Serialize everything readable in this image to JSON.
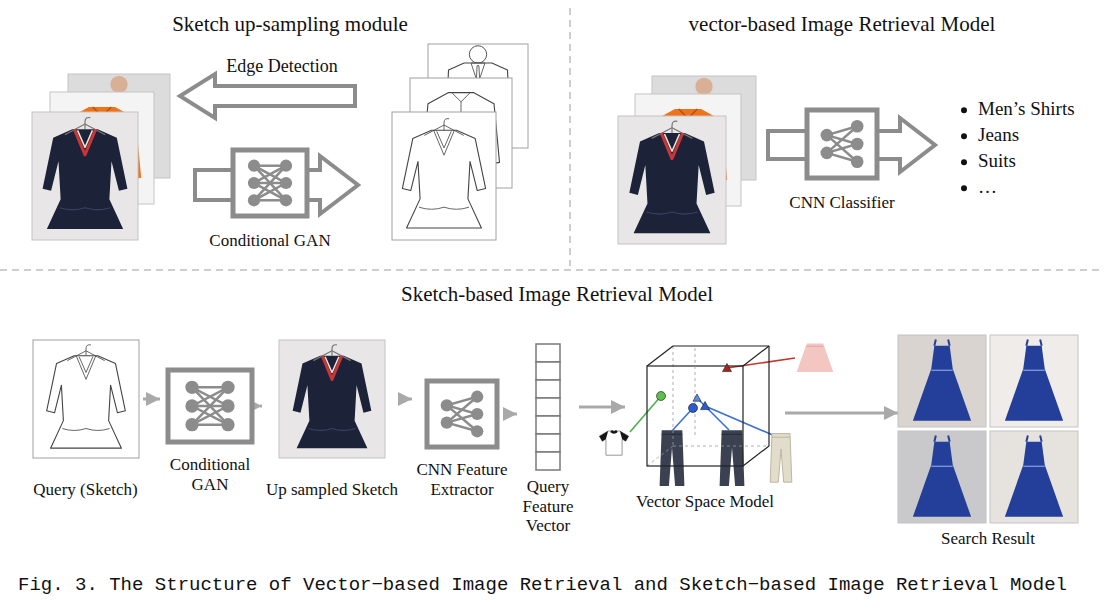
{
  "diagram": {
    "caption": "Fig. 3. The Structure of Vector−based Image Retrieval and Sketch−based Image Retrieval Model",
    "nodes": [
      {
        "text": [
          "Conditional GAN"
        ]
      },
      {
        "text": [
          "CNN Classifier"
        ]
      },
      {
        "text": [
          "Query (Sketch)"
        ]
      },
      {
        "text": [
          "Conditional GAN"
        ]
      },
      {
        "text": [
          "Up sampled Sketch"
        ]
      },
      {
        "text": [
          "CNN Feature Extractor"
        ]
      },
      {
        "text": [
          "Query Feature Vector"
        ]
      },
      {
        "text": [
          "Vector Space Model"
        ]
      },
      {
        "text": [
          "Search Result"
        ]
      }
    ],
    "edges": [
      {
        "from": 2,
        "to": 3,
        "arrow": "to"
      },
      {
        "from": 3,
        "to": 4,
        "arrow": "to"
      },
      {
        "from": 4,
        "to": 5,
        "arrow": "to"
      },
      {
        "from": 5,
        "to": 6,
        "arrow": "to"
      },
      {
        "from": 6,
        "to": 7,
        "arrow": "to"
      },
      {
        "from": 7,
        "to": 8,
        "arrow": "to"
      }
    ],
    "labels": [
      "Sketch up-sampling module",
      "vector-based Image Retrieval Model",
      "Edge Detection",
      "Men’s Shirts",
      "Jeans",
      "Suits",
      "…",
      "Sketch-based Image Retrieval Model"
    ]
  }
}
